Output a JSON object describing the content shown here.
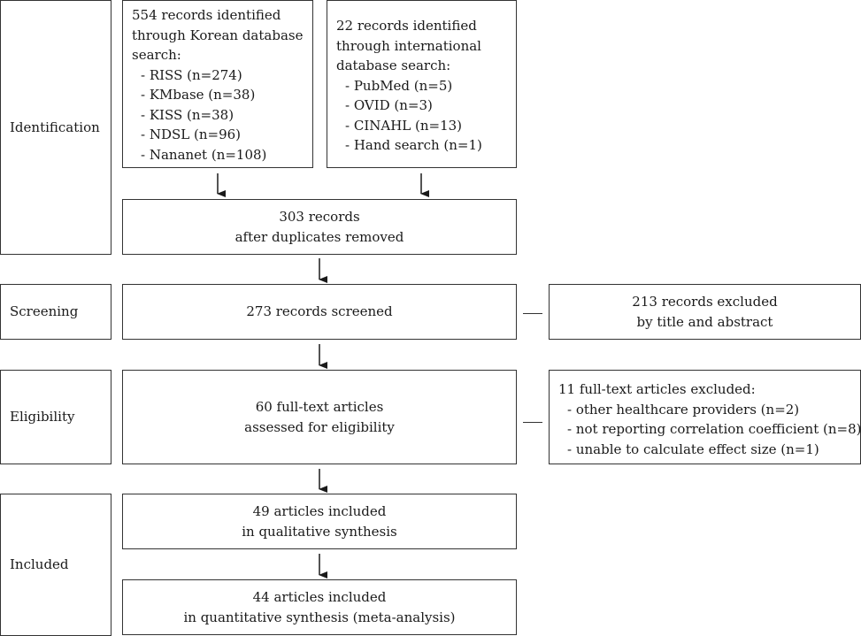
{
  "stages": {
    "identification": "Identification",
    "screening": "Screening",
    "eligibility": "Eligibility",
    "included": "Included"
  },
  "korean": {
    "lines": [
      "554 records identified",
      "through Korean database",
      "search:"
    ],
    "items": [
      "- RISS (n=274)",
      "- KMbase (n=38)",
      "- KISS (n=38)",
      "- NDSL (n=96)",
      "- Nananet (n=108)"
    ]
  },
  "international": {
    "lines": [
      "22 records identified",
      "through international",
      "database search:"
    ],
    "items": [
      "- PubMed (n=5)",
      "- OVID (n=3)",
      "- CINAHL (n=13)",
      "- Hand search (n=1)"
    ]
  },
  "duplicates": {
    "lines": [
      "303 records",
      "after duplicates removed"
    ]
  },
  "screened": {
    "lines": [
      "273 records screened"
    ]
  },
  "excluded_title": {
    "lines": [
      "213 records excluded",
      "by title and abstract"
    ]
  },
  "fulltext": {
    "lines": [
      "60 full-text articles",
      "assessed for eligibility"
    ]
  },
  "excluded_fulltext": {
    "lines": [
      "11 full-text articles excluded:"
    ],
    "items": [
      "- other healthcare providers (n=2)",
      "- not reporting correlation coefficient (n=8)",
      "- unable to calculate effect size (n=1)"
    ]
  },
  "qualitative": {
    "lines": [
      "49 articles included",
      "in qualitative synthesis"
    ]
  },
  "quantitative": {
    "lines": [
      "44 articles included",
      "in quantitative synthesis (meta-analysis)"
    ]
  }
}
